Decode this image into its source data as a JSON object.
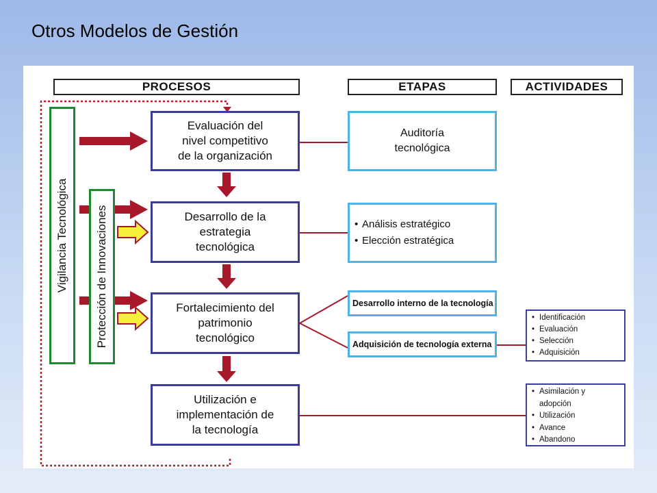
{
  "title": "Otros Modelos de Gestión",
  "headers": {
    "procesos": "PROCESOS",
    "etapas": "ETAPAS",
    "actividades": "ACTIVIDADES"
  },
  "side_bars": {
    "vigilancia": "Vigilancia Tecnológica",
    "proteccion": "Protección de Innovaciones"
  },
  "processes": [
    "Evaluación del\nnivel competitivo\nde la organización",
    "Desarrollo de la\nestrategia\ntecnológica",
    "Fortalecimiento del\npatrimonio\ntecnológico",
    "Utilización e\nimplementación de\nla tecnología"
  ],
  "etapas": {
    "auditoria": "Auditoría\ntecnológica",
    "analisis": [
      "Análisis estratégico",
      "Elección estratégica"
    ],
    "desarrollo_interno": "Desarrollo interno de la tecnología",
    "adquisicion": "Adquisición de tecnología externa"
  },
  "actividades": {
    "adquisicion": [
      "Identificación",
      "Evaluación",
      "Selección",
      "Adquisición"
    ],
    "utilizacion": [
      "Asimilación y adopción",
      "Utilización",
      "Avance",
      "Abandono"
    ]
  },
  "colors": {
    "red_arrow": "#a8182b",
    "yellow_arrow": "#f5f03a",
    "process_border": "#3c3c9a",
    "etapa_border": "#4fb2e6",
    "side_border": "#1e8c2e",
    "connector": "#a8182b"
  }
}
